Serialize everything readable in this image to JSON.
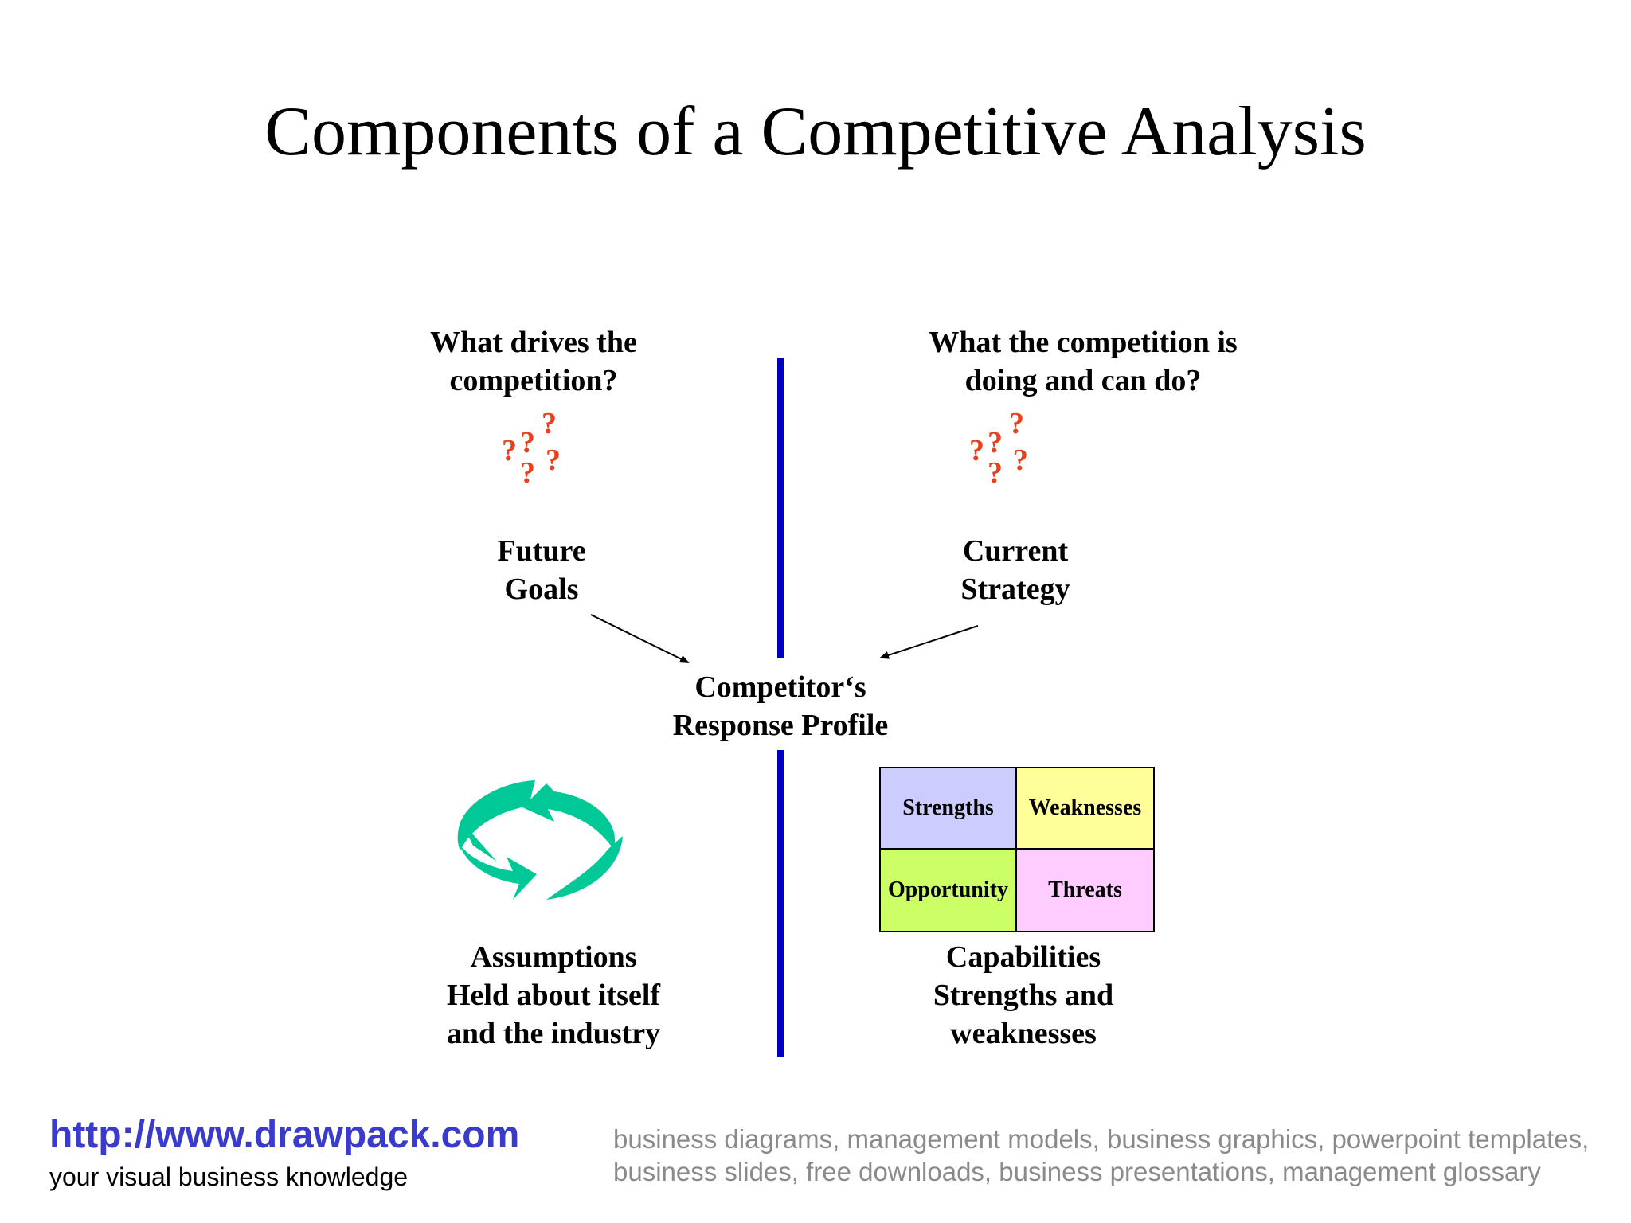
{
  "title": "Components of a Competitive Analysis",
  "quadrants": {
    "top_left": {
      "question_line1": "What drives the",
      "question_line2": "competition?",
      "label_line1": "Future",
      "label_line2": "Goals"
    },
    "top_right": {
      "question_line1": "What the competition is",
      "question_line2": "doing and can do?",
      "label_line1": "Current",
      "label_line2": "Strategy"
    },
    "bottom_left": {
      "label_line1": "Assumptions",
      "label_line2": "Held about itself",
      "label_line3": "and the industry"
    },
    "bottom_right": {
      "label_line1": "Capabilities",
      "label_line2": "Strengths and",
      "label_line3": "weaknesses"
    }
  },
  "center": {
    "line1": "Competitor‘s",
    "line2": "Response Profile"
  },
  "question_mark": "?",
  "swot": {
    "strengths": "Strengths",
    "weaknesses": "Weaknesses",
    "opportunity": "Opportunity",
    "threats": "Threats"
  },
  "colors": {
    "divider": "#0000c0",
    "question_marks": "#e8401c",
    "cycle_arrows": "#00c896",
    "strengths_bg": "#ccccff",
    "weaknesses_bg": "#ffff99",
    "opportunity_bg": "#ccff66",
    "threats_bg": "#ffccff",
    "url": "#3a3acc"
  },
  "footer": {
    "url": "http://www.drawpack.com",
    "tagline": "your visual business knowledge",
    "keywords": "business diagrams, management models, business graphics, powerpoint templates, business slides, free downloads, business presentations, management glossary"
  }
}
